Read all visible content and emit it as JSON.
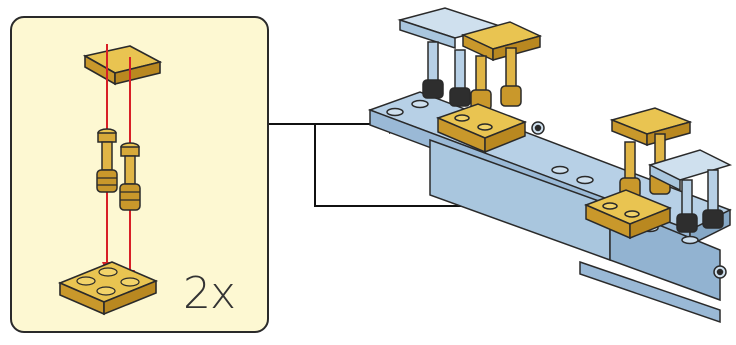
{
  "sub_assembly": {
    "multiplier_label": "2x",
    "parts": [
      "tan-plate-1x2",
      "tan-pillar",
      "tan-pillar",
      "tan-plate-2x2"
    ]
  },
  "colors": {
    "panel_background": "#fdf8d2",
    "part_tan": "#dcae2e",
    "part_light_gray": "#a9c6de",
    "part_dark": "#2e2e2e",
    "insertion_arrow": "#d81f26",
    "leader_line": "#1a1a1a"
  },
  "main_model": {
    "attachment_points": 2
  }
}
